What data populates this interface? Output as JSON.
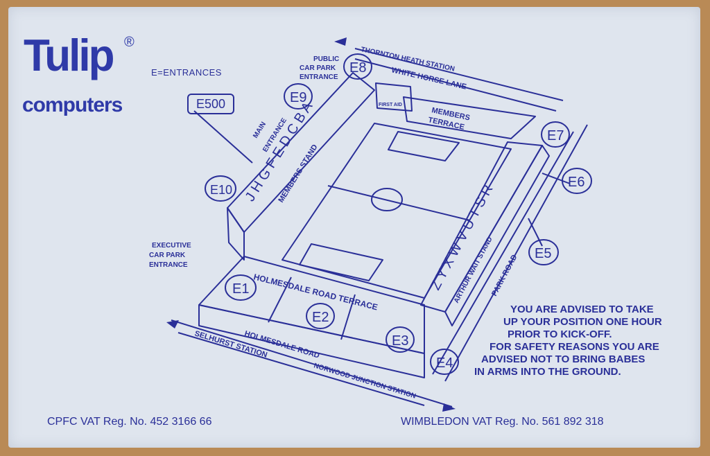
{
  "logo": {
    "word": "Tulip",
    "sub": "computers",
    "reg": "®"
  },
  "legend": {
    "entrances": "E=ENTRANCES",
    "e500": "E500"
  },
  "entrances": [
    "E1",
    "E2",
    "E3",
    "E4",
    "E5",
    "E6",
    "E7",
    "E8",
    "E9",
    "E10"
  ],
  "stand_letters": {
    "main": "J H G F  E D C B A",
    "arthur": "Z Y X W V U T S R"
  },
  "labels": {
    "thornton": "THORNTON HEATH STATION",
    "white_horse": "WHITE HORSE LANE",
    "public_car_park_1": "PUBLIC",
    "public_car_park_2": "CAR PARK",
    "public_car_park_3": "ENTRANCE",
    "members_terrace_1": "MEMBERS",
    "members_terrace_2": "TERRACE",
    "first_aid": "FIRST AID",
    "main_entrance_1": "MAIN",
    "main_entrance_2": "ENTRANCE",
    "members_stand": "MEMBERS STAND",
    "executive_1": "EXECUTIVE",
    "executive_2": "CAR PARK",
    "executive_3": "ENTRANCE",
    "holmesdale_terrace": "HOLMESDALE ROAD TERRACE",
    "holmesdale_road": "HOLMESDALE ROAD",
    "selhurst": "SELHURST STATION",
    "norwood": "NORWOOD JUNCTION STATION",
    "arthur_wait": "ARTHUR WAIT STAND",
    "park_road": "PARK ROAD"
  },
  "advice": [
    "YOU ARE ADVISED TO TAKE",
    "UP YOUR POSITION ONE HOUR",
    "PRIOR TO KICK-OFF.",
    "FOR SAFETY REASONS YOU ARE",
    "ADVISED NOT TO BRING BABES",
    "IN ARMS INTO THE GROUND."
  ],
  "footer": {
    "left": "CPFC VAT Reg. No. 452 3166 66",
    "right": "WIMBLEDON VAT Reg. No. 561 892 318"
  },
  "colors": {
    "ink": "#2a2f98",
    "card": "#dfe5ee",
    "background": "#b98a56"
  }
}
